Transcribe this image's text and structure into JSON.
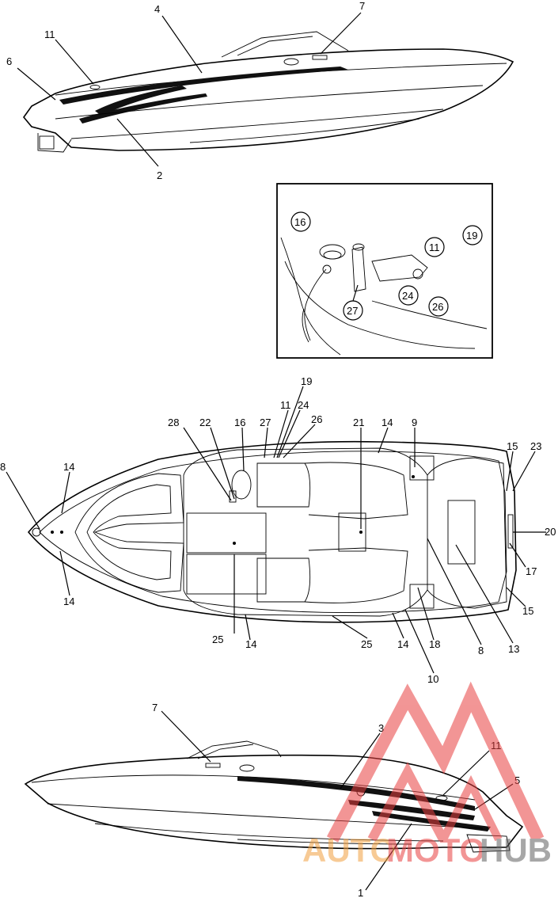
{
  "top_view_labels": [
    "11",
    "4",
    "7",
    "6",
    "2"
  ],
  "inset_labels": [
    "16",
    "19",
    "11",
    "24",
    "26",
    "27"
  ],
  "plan_labels": [
    "19",
    "11",
    "24",
    "26",
    "28",
    "22",
    "16",
    "27",
    "21",
    "14",
    "9",
    "15",
    "23",
    "8",
    "14",
    "14",
    "20",
    "17",
    "15",
    "25",
    "14",
    "25",
    "14",
    "18",
    "8",
    "13",
    "10"
  ],
  "bottom_view_labels": [
    "7",
    "3",
    "11",
    "5",
    "1"
  ],
  "watermark": {
    "part1": "AUTO",
    "part2": "MOTO",
    "part3": "HUB",
    "color1": "#f2a040",
    "color2": "#e84040",
    "color3": "#606060"
  }
}
